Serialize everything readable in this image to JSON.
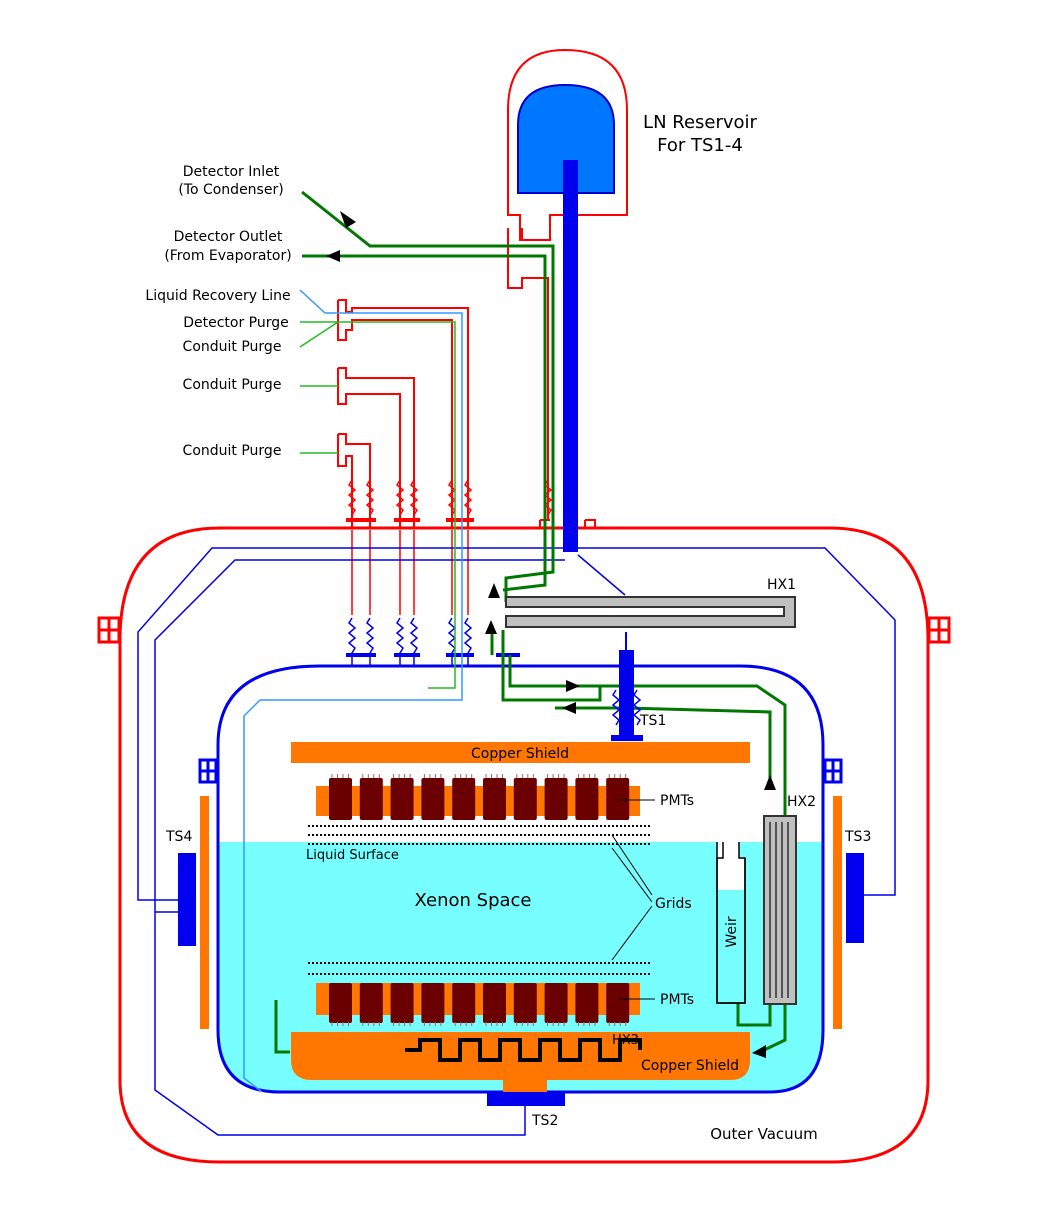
{
  "labels": {
    "ln_reservoir_line1": "LN Reservoir",
    "ln_reservoir_line2": "For TS1-4",
    "detector_inlet_line1": "Detector Inlet",
    "detector_inlet_line2": "(To Condenser)",
    "detector_outlet_line1": "Detector Outlet",
    "detector_outlet_line2": "(From Evaporator)",
    "liquid_recovery_line": "Liquid Recovery Line",
    "detector_purge": "Detector Purge",
    "conduit_purge_1": "Conduit Purge",
    "conduit_purge_2": "Conduit Purge",
    "conduit_purge_3": "Conduit Purge",
    "hx1": "HX1",
    "hx2": "HX2",
    "hx3": "HX3",
    "ts1": "TS1",
    "ts2": "TS2",
    "ts3": "TS3",
    "ts4": "TS4",
    "copper_shield_top": "Copper Shield",
    "copper_shield_bottom": "Copper Shield",
    "pmts_top": "PMTs",
    "pmts_bottom": "PMTs",
    "liquid_surface": "Liquid Surface",
    "xenon_space": "Xenon Space",
    "grids": "Grids",
    "weir": "Weir",
    "outer_vacuum": "Outer Vacuum"
  },
  "colors": {
    "outer_vessel": "#ff0000",
    "inner_vessel": "#0000ee",
    "liquid_xenon": "#77ffff",
    "ln_reservoir": "#0077ff",
    "copper": "#ff7700",
    "pmt": "#6b0000",
    "xenon_flow": "#007700",
    "purge_line": "#22bb22",
    "recovery_line": "#3399ff",
    "heat_exchanger": "#c0c0c0"
  }
}
